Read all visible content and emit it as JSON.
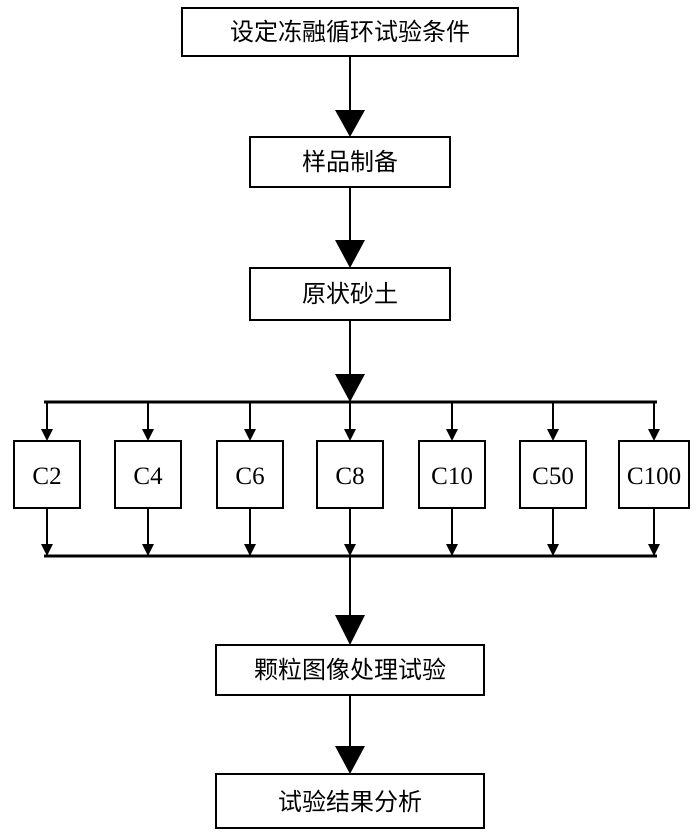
{
  "steps": {
    "conditions": "设定冻融循环试验条件",
    "prep": "样品制备",
    "undisturbed": "原状砂土",
    "image_test": "颗粒图像处理试验",
    "analysis": "试验结果分析"
  },
  "cycles": [
    "C2",
    "C4",
    "C6",
    "C8",
    "C10",
    "C50",
    "C100"
  ]
}
